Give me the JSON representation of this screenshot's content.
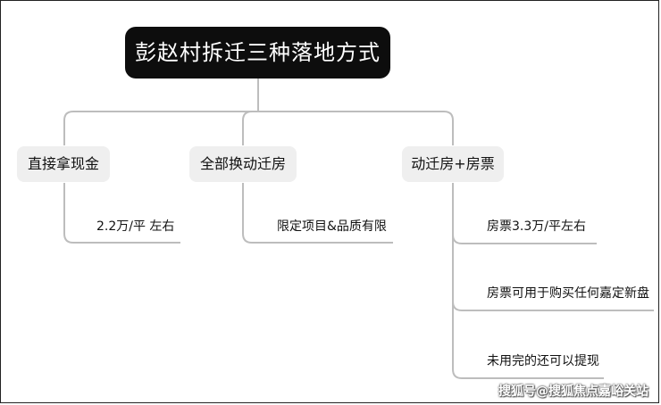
{
  "root": {
    "label": "彭赵村拆迁三种落地方式"
  },
  "branches": [
    {
      "label": "直接拿现金",
      "leaves": [
        "2.2万/平 左右"
      ]
    },
    {
      "label": "全部换动迁房",
      "leaves": [
        "限定项目&品质有限"
      ]
    },
    {
      "label": "动迁房+房票",
      "leaves": [
        "房票3.3万/平左右",
        "房票可用于购买任何嘉定新盘",
        "未用完的还可以提现"
      ]
    }
  ],
  "watermark": "搜狐号@搜狐焦点嘉峪关站",
  "colors": {
    "root_bg": "#0d0d0d",
    "node_bg": "#efefef",
    "line": "#bdbdbd"
  }
}
